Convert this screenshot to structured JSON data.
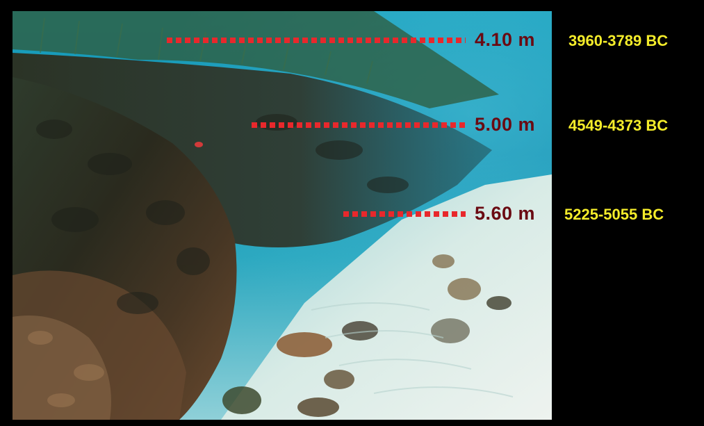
{
  "photo": {
    "subject": "underwater-reef-terrace",
    "colors": {
      "water_top": "#1596b5",
      "water_deep": "#0b6f92",
      "sand": "#e6eee9",
      "rock_dark": "#2b2a1d",
      "rock_brown": "#5a4028",
      "seagrass": "#2f5a3a"
    }
  },
  "markers": [
    {
      "depth": "4.10 m",
      "date": "3960-3789 BC"
    },
    {
      "depth": "5.00 m",
      "date": "4549-4373 BC"
    },
    {
      "depth": "5.60 m",
      "date": "5225-5055 BC"
    }
  ],
  "style": {
    "line_color": "#e8282c",
    "depth_color": "#6a0a12",
    "date_color": "#f4ec2a"
  }
}
